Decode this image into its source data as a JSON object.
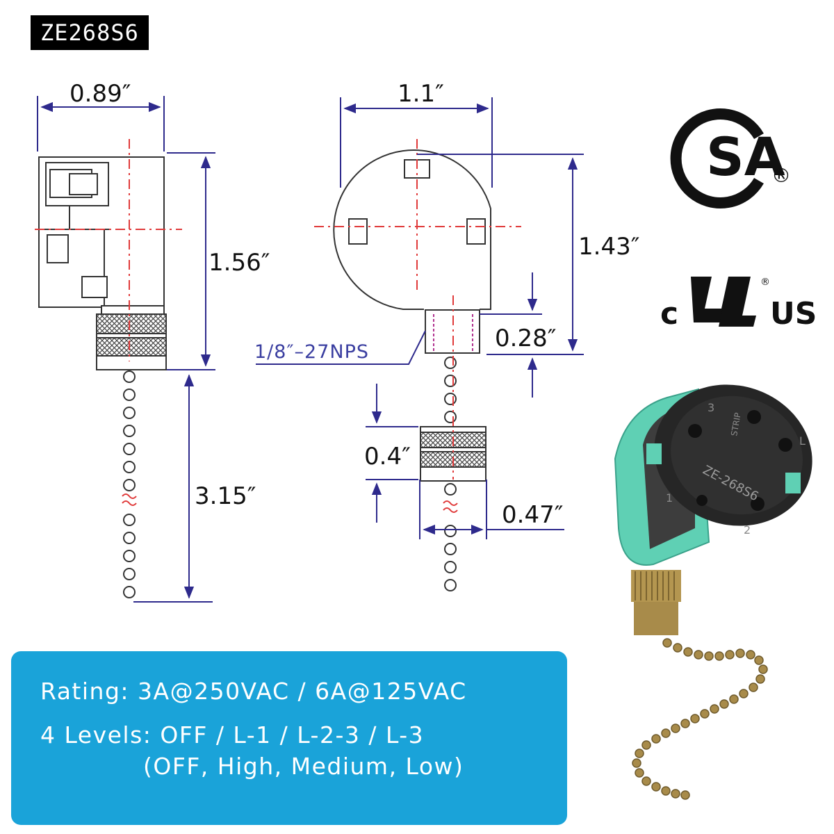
{
  "model_tag": "ZE268S6",
  "dimensions": {
    "side_width": "0.89″",
    "front_width": "1.1″",
    "side_height": "1.56″",
    "front_height": "1.43″",
    "chain_length": "3.15″",
    "thread_length": "0.28″",
    "thread_spec": "1/8″–27NPS",
    "knob_height": "0.4″",
    "knob_width": "0.47″"
  },
  "certifications": {
    "csa_mark": "SA",
    "csa_registered": "®",
    "ul_prefix": "c",
    "ul_suffix": "US",
    "ul_registered": "®"
  },
  "product_photo": {
    "embossed_model": "ZE-268S6",
    "strip": "STRIP",
    "terminals": [
      "1",
      "2",
      "3",
      "L"
    ]
  },
  "specs": {
    "rating": "Rating: 3A@250VAC / 6A@125VAC",
    "levels": "4 Levels: OFF / L-1 / L-2-3 / L-3",
    "levels_meaning": "(OFF, High, Medium, Low)"
  },
  "colors": {
    "dimension_lines": "#2e2a8c",
    "center_lines": "#e03a3a",
    "info_box": "#1aa3d9",
    "switch_body": "#5fd0b4",
    "brass": "#a88b4a"
  }
}
